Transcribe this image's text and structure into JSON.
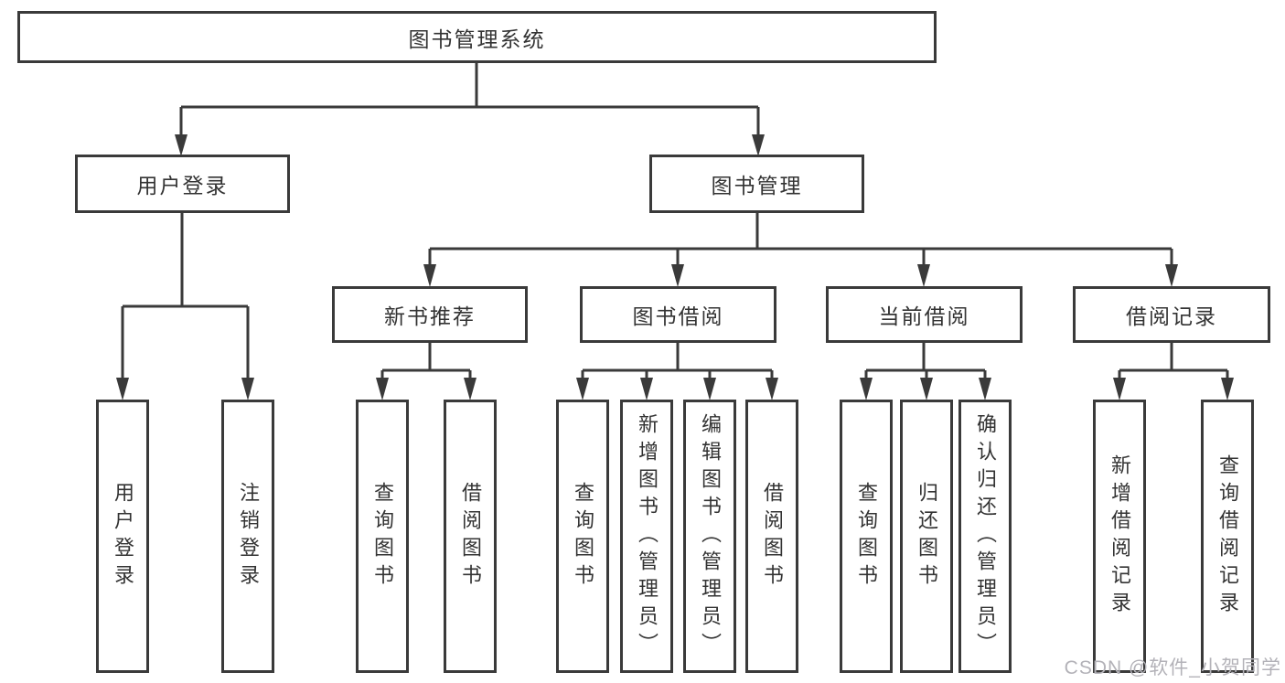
{
  "diagram": {
    "type": "feature-tree",
    "colors": {
      "line": "#3a3a3a",
      "box_border": "#3a3a3a",
      "text": "#333333",
      "background": "#ffffff",
      "watermark": "#b3b2b8"
    },
    "nodes": {
      "root": "图书管理系统",
      "user_login": "用户登录",
      "book_mgmt": "图书管理",
      "new_book_rec": "新书推荐",
      "book_borrowing": "图书借阅",
      "current_borrowing": "当前借阅",
      "borrowing_records": "借阅记录",
      "leaf_user_login": "用户登录",
      "leaf_logout": "注销登录",
      "leaf_nb_query_books": "查询图书",
      "leaf_nb_borrow_books": "借阅图书",
      "leaf_bb_query_books": "查询图书",
      "leaf_bb_add_books_admin": "新增图书（管理员）",
      "leaf_bb_edit_books_admin": "编辑图书（管理员）",
      "leaf_bb_borrow_books": "借阅图书",
      "leaf_cb_query_books": "查询图书",
      "leaf_cb_return_books": "归还图书",
      "leaf_cb_confirm_return_admin": "确认归还（管理员）",
      "leaf_br_add_record": "新增借阅记录",
      "leaf_br_query_record": "查询借阅记录"
    },
    "edges": [
      [
        "root",
        "user_login"
      ],
      [
        "root",
        "book_mgmt"
      ],
      [
        "user_login",
        "leaf_user_login"
      ],
      [
        "user_login",
        "leaf_logout"
      ],
      [
        "book_mgmt",
        "new_book_rec"
      ],
      [
        "book_mgmt",
        "book_borrowing"
      ],
      [
        "book_mgmt",
        "current_borrowing"
      ],
      [
        "book_mgmt",
        "borrowing_records"
      ],
      [
        "new_book_rec",
        "leaf_nb_query_books"
      ],
      [
        "new_book_rec",
        "leaf_nb_borrow_books"
      ],
      [
        "book_borrowing",
        "leaf_bb_query_books"
      ],
      [
        "book_borrowing",
        "leaf_bb_add_books_admin"
      ],
      [
        "book_borrowing",
        "leaf_bb_edit_books_admin"
      ],
      [
        "book_borrowing",
        "leaf_bb_borrow_books"
      ],
      [
        "current_borrowing",
        "leaf_cb_query_books"
      ],
      [
        "current_borrowing",
        "leaf_cb_return_books"
      ],
      [
        "current_borrowing",
        "leaf_cb_confirm_return_admin"
      ],
      [
        "borrowing_records",
        "leaf_br_add_record"
      ],
      [
        "borrowing_records",
        "leaf_br_query_record"
      ]
    ],
    "watermark": "CSDN @软件_小贺同学"
  }
}
